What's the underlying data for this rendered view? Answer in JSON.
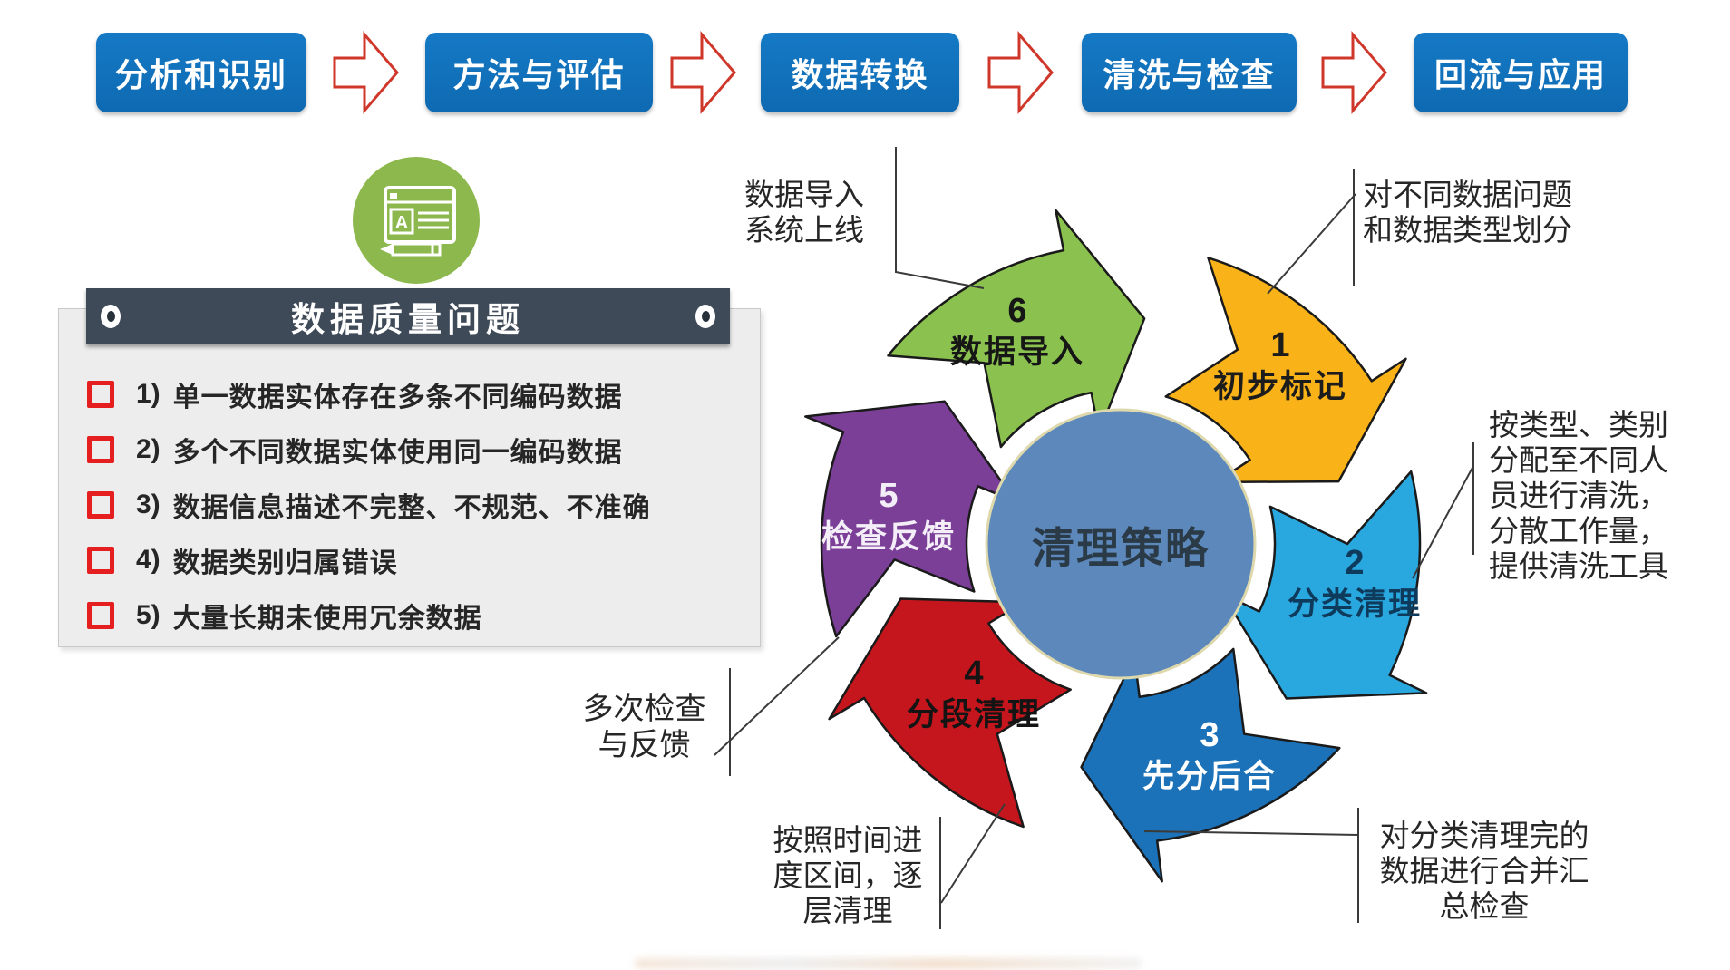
{
  "flow": {
    "steps": [
      {
        "label": "分析和识别"
      },
      {
        "label": "方法与评估"
      },
      {
        "label": "数据转换"
      },
      {
        "label": "清洗与检查"
      },
      {
        "label": "回流与应用"
      }
    ]
  },
  "icons": {
    "between_steps": "hollow-right-arrow",
    "panel_badge": "document-pencil",
    "panel_pins": "eyelet-pin"
  },
  "quality_panel": {
    "title": "数据质量问题",
    "items": [
      {
        "num": "1)",
        "text": "单一数据实体存在多条不同编码数据"
      },
      {
        "num": "2)",
        "text": "多个不同数据实体使用同一编码数据"
      },
      {
        "num": "3)",
        "text": "数据信息描述不完整、不规范、不准确"
      },
      {
        "num": "4)",
        "text": "数据类别归属错误"
      },
      {
        "num": "5)",
        "text": "大量长期未使用冗余数据"
      }
    ]
  },
  "cycle": {
    "center": {
      "label": "清理策略",
      "color": "#5c88bb",
      "text_color": "#2b3a47"
    },
    "segments": [
      {
        "number": "1",
        "label": "初步标记",
        "color": "#f9b218",
        "text_color": "#1c1c1c"
      },
      {
        "number": "2",
        "label": "分类清理",
        "color": "#29a8e0",
        "text_color": "#0e3a5c"
      },
      {
        "number": "3",
        "label": "先分后合",
        "color": "#1b72b8",
        "text_color": "#ffffff"
      },
      {
        "number": "4",
        "label": "分段清理",
        "color": "#c4161c",
        "text_color": "#141414"
      },
      {
        "number": "5",
        "label": "检查反馈",
        "color": "#7b3f98",
        "text_color": "#f4eef8"
      },
      {
        "number": "6",
        "label": "数据导入",
        "color": "#8bc24f",
        "text_color": "#161616"
      }
    ]
  },
  "annotations": {
    "import_online": "数据导入\n系统上线",
    "problem_types": "对不同数据问题\n和数据类型划分",
    "assign_by_type": "按类型、类别\n分配至不同人\n员进行清洗，\n分散工作量，\n提供清洗工具",
    "merge_check": "对分类清理完的\n数据进行合并汇\n总检查",
    "time_interval": "按照时间进\n度区间，逐\n层清理",
    "repeat_check": "多次检查\n与反馈"
  },
  "colors": {
    "flow_box": "#1173bd",
    "flow_arrow_outline": "#d0372b",
    "panel_header": "#3f4a58",
    "panel_bg": "#ededed",
    "bullet": "#e51f1f",
    "badge_green": "#8cb84d",
    "connector": "#3a3a3a"
  }
}
